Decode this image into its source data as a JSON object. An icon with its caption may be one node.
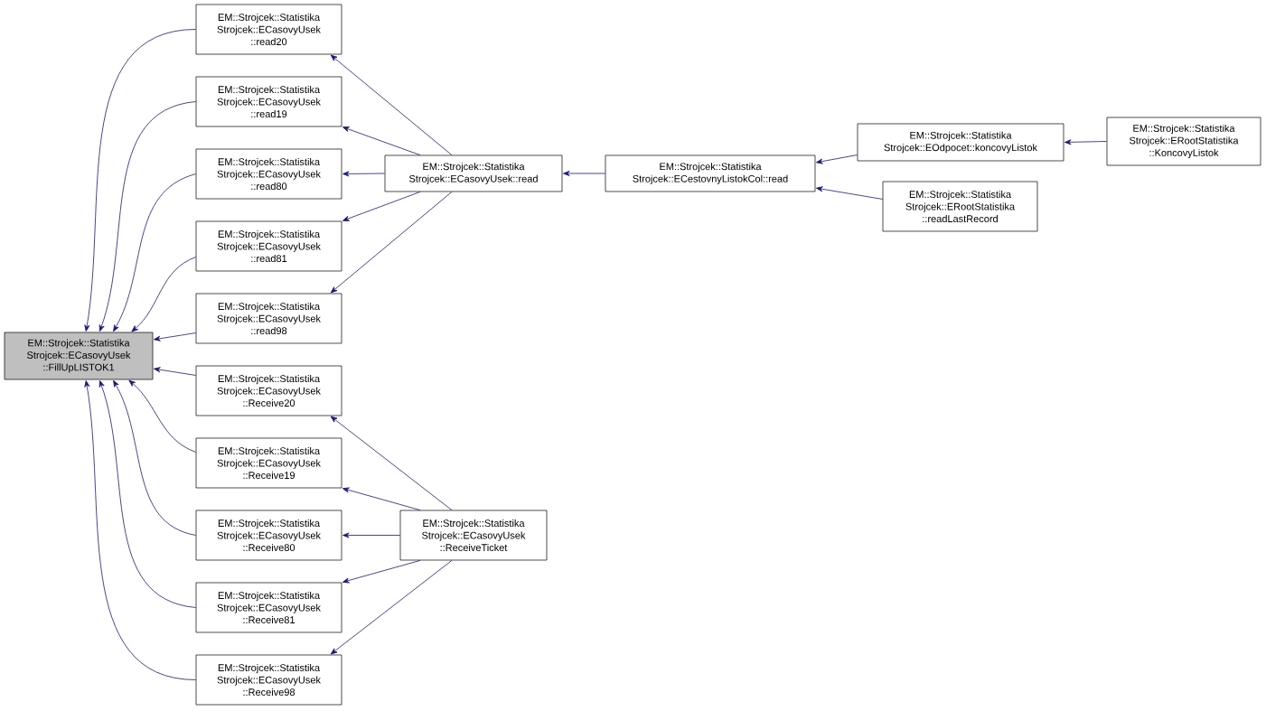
{
  "diagram": {
    "nodes": [
      {
        "text": [
          "EM::Strojcek::Statistika Strojcek::ECasovyUsek ::FillUpLISTOK1"
        ]
      },
      {
        "text": [
          "EM::Strojcek::Statistika Strojcek::ECasovyUsek ::read20"
        ]
      },
      {
        "text": [
          "EM::Strojcek::Statistika Strojcek::ECasovyUsek ::read19"
        ]
      },
      {
        "text": [
          "EM::Strojcek::Statistika Strojcek::ECasovyUsek ::read80"
        ]
      },
      {
        "text": [
          "EM::Strojcek::Statistika Strojcek::ECasovyUsek ::read81"
        ]
      },
      {
        "text": [
          "EM::Strojcek::Statistika Strojcek::ECasovyUsek ::read98"
        ]
      },
      {
        "text": [
          "EM::Strojcek::Statistika Strojcek::ECasovyUsek ::Receive20"
        ]
      },
      {
        "text": [
          "EM::Strojcek::Statistika Strojcek::ECasovyUsek ::Receive19"
        ]
      },
      {
        "text": [
          "EM::Strojcek::Statistika Strojcek::ECasovyUsek ::Receive80"
        ]
      },
      {
        "text": [
          "EM::Strojcek::Statistika Strojcek::ECasovyUsek ::Receive81"
        ]
      },
      {
        "text": [
          "EM::Strojcek::Statistika Strojcek::ECasovyUsek ::Receive98"
        ]
      },
      {
        "text": [
          "EM::Strojcek::Statistika Strojcek::ECasovyUsek::read"
        ]
      },
      {
        "text": [
          "EM::Strojcek::Statistika Strojcek::ECasovyUsek ::ReceiveTicket"
        ]
      },
      {
        "text": [
          "EM::Strojcek::Statistika Strojcek::ECestovnyListokCol::read"
        ]
      },
      {
        "text": [
          "EM::Strojcek::Statistika Strojcek::EOdpocet::koncovyListok"
        ]
      },
      {
        "text": [
          "EM::Strojcek::Statistika Strojcek::ERootStatistika ::readLastRecord"
        ]
      },
      {
        "text": [
          "EM::Strojcek::Statistika Strojcek::ERootStatistika ::KoncovyListok"
        ]
      }
    ],
    "edges": [
      {
        "from": 1,
        "to": 0,
        "arrow": "to"
      },
      {
        "from": 2,
        "to": 0,
        "arrow": "to"
      },
      {
        "from": 3,
        "to": 0,
        "arrow": "to"
      },
      {
        "from": 4,
        "to": 0,
        "arrow": "to"
      },
      {
        "from": 5,
        "to": 0,
        "arrow": "to"
      },
      {
        "from": 6,
        "to": 0,
        "arrow": "to"
      },
      {
        "from": 7,
        "to": 0,
        "arrow": "to"
      },
      {
        "from": 8,
        "to": 0,
        "arrow": "to"
      },
      {
        "from": 9,
        "to": 0,
        "arrow": "to"
      },
      {
        "from": 10,
        "to": 0,
        "arrow": "to"
      },
      {
        "from": 11,
        "to": 1,
        "arrow": "to"
      },
      {
        "from": 11,
        "to": 2,
        "arrow": "to"
      },
      {
        "from": 11,
        "to": 3,
        "arrow": "to"
      },
      {
        "from": 11,
        "to": 4,
        "arrow": "to"
      },
      {
        "from": 11,
        "to": 5,
        "arrow": "to"
      },
      {
        "from": 12,
        "to": 6,
        "arrow": "to"
      },
      {
        "from": 12,
        "to": 7,
        "arrow": "to"
      },
      {
        "from": 12,
        "to": 8,
        "arrow": "to"
      },
      {
        "from": 12,
        "to": 9,
        "arrow": "to"
      },
      {
        "from": 12,
        "to": 10,
        "arrow": "to"
      },
      {
        "from": 13,
        "to": 11,
        "arrow": "to"
      },
      {
        "from": 14,
        "to": 13,
        "arrow": "to"
      },
      {
        "from": 15,
        "to": 13,
        "arrow": "to"
      },
      {
        "from": 16,
        "to": 14,
        "arrow": "to"
      }
    ]
  }
}
